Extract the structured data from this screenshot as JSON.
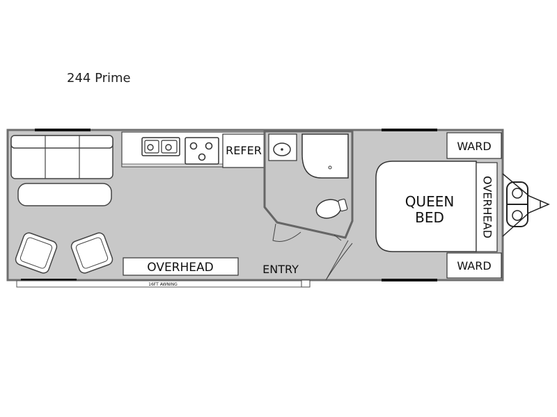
{
  "title": "244 Prime",
  "labels": {
    "refer": "REFER",
    "ward_top": "WARD",
    "ward_bottom": "WARD",
    "queen_line1": "QUEEN",
    "queen_line2": "BED",
    "overhead_side": "OVERHEAD",
    "overhead_front": "OVERHEAD",
    "entry": "ENTRY",
    "awning": "16FT AWNING"
  },
  "colors": {
    "floor": "#c8c8c8",
    "wall": "#6e6e6e",
    "fixture": "#ffffff",
    "line": "#333333",
    "window": "#111111"
  }
}
